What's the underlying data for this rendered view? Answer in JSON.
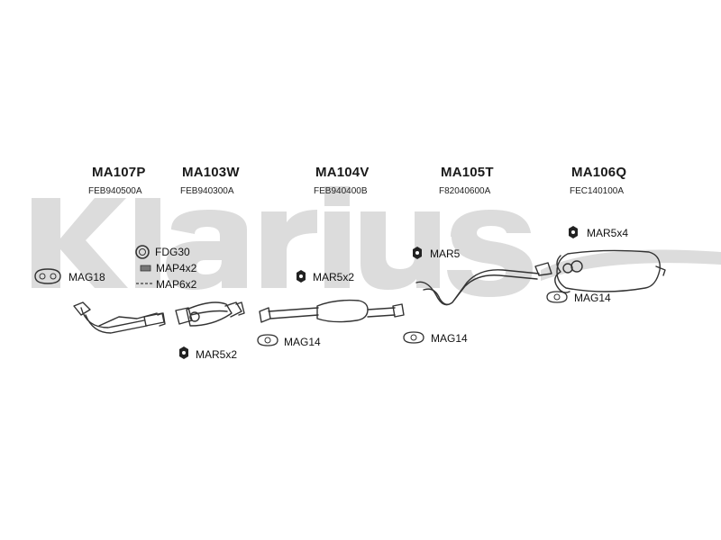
{
  "brand": {
    "watermark": "Klarius",
    "watermark_color": "#d9d9d9"
  },
  "sections": [
    {
      "code": "MA107P",
      "ref": "FEB940500A"
    },
    {
      "code": "MA103W",
      "ref": "FEB940300A"
    },
    {
      "code": "MA104V",
      "ref": "FEB940400B"
    },
    {
      "code": "MA105T",
      "ref": "F82040600A"
    },
    {
      "code": "MA106Q",
      "ref": "FEC140100A"
    }
  ],
  "accessories": {
    "fdg30": "FDG30",
    "map4": "MAP4x2",
    "map6": "MAP6x2",
    "mag18": "MAG18",
    "mar5x2_a": "MAR5x2",
    "mar5x2_b": "MAR5x2",
    "mag14_a": "MAG14",
    "mar5": "MAR5",
    "mag14_b": "MAG14",
    "mar5x4": "MAR5x4",
    "mag14_c": "MAG14"
  },
  "colors": {
    "line": "#333333",
    "text": "#1a1a1a"
  }
}
